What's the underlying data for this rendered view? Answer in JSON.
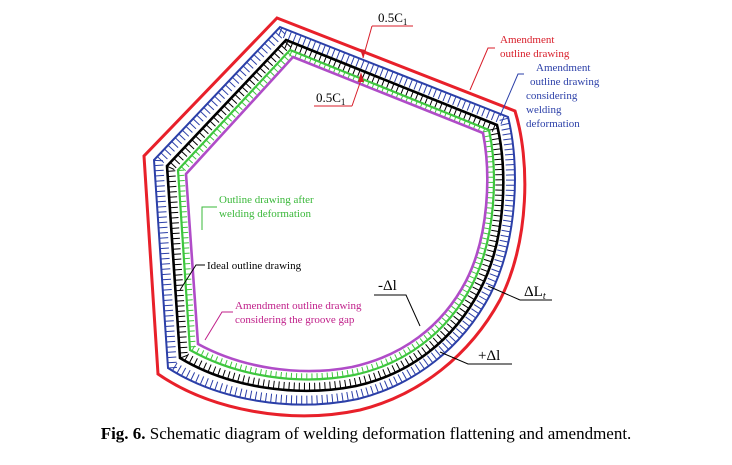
{
  "labels": {
    "gap_top": "0.5C",
    "gap_top_sub": "1",
    "gap_inner": "0.5C",
    "gap_inner_sub": "1",
    "amendment_l1": "Amendment",
    "amendment_l2": "outline drawing",
    "weld_l1": "Amendment",
    "weld_l2": "outline drawing",
    "weld_l3": "considering",
    "weld_l4": "welding",
    "weld_l5": "deformation",
    "after_l1": "Outline drawing after",
    "after_l2": "welding deformation",
    "ideal": "Ideal outline drawing",
    "groove_l1": "Amendment outline drawing",
    "groove_l2": "considering the groove gap",
    "minus_dl": "-Δl",
    "plus_dl": "+Δl",
    "dLt_main": "ΔL",
    "dLt_sub": "t"
  },
  "caption": {
    "fig": "Fig. 6.",
    "text": "Schematic diagram of welding deformation flattening and amendment."
  },
  "colors": {
    "red": "#e8202a",
    "blue": "#2b3fa8",
    "black": "#000000",
    "green": "#3ec63e",
    "magenta": "#b04cc8",
    "label_red": "#d81e2a",
    "label_blue": "#2b3fa8",
    "label_green": "#3ab83a",
    "label_magenta": "#c0208a"
  }
}
